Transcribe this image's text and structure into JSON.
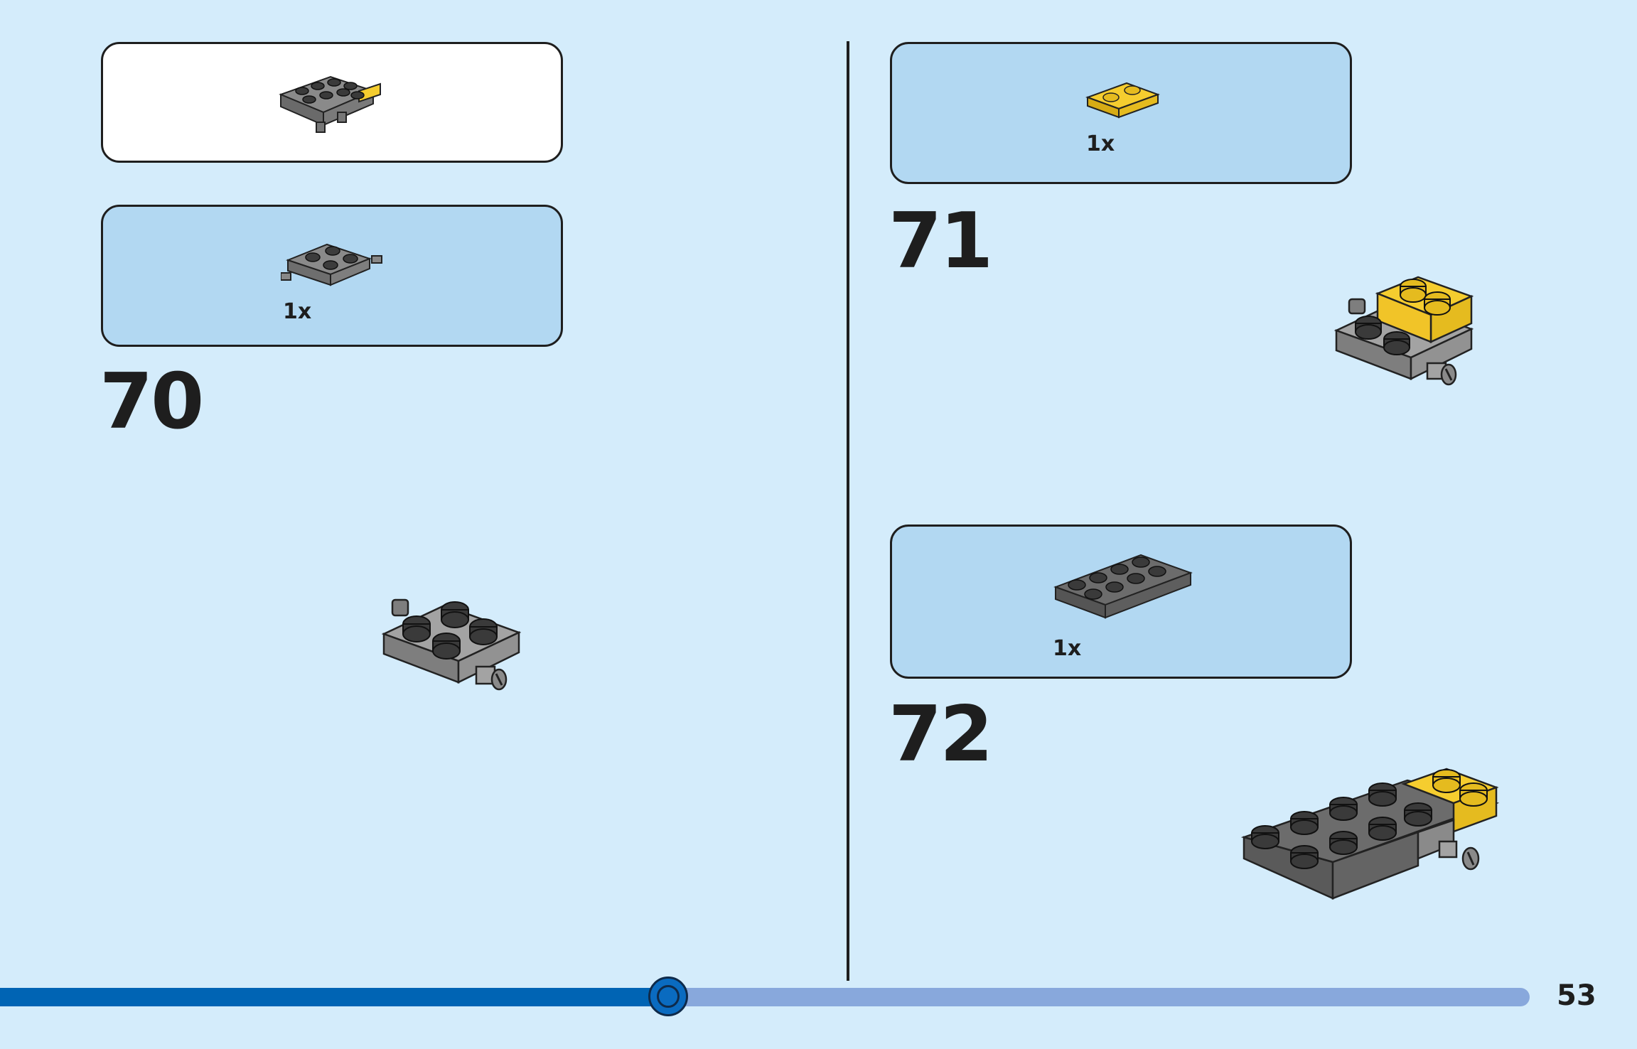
{
  "steps": [
    {
      "number": "70",
      "part_qty": "1x"
    },
    {
      "number": "71",
      "part_qty": "1x"
    },
    {
      "number": "72",
      "part_qty": "1x"
    }
  ],
  "page_number": "53",
  "progress": {
    "fraction": 0.437
  },
  "colors": {
    "background": "#d4ecfb",
    "parts_panel": "#b2d8f2",
    "progress_done": "#0064b4",
    "progress_remaining": "#88a8dc",
    "brick_dark_gray": "#5a5a5a",
    "brick_light_gray": "#a3a3a3",
    "brick_yellow": "#f5cd2f"
  }
}
